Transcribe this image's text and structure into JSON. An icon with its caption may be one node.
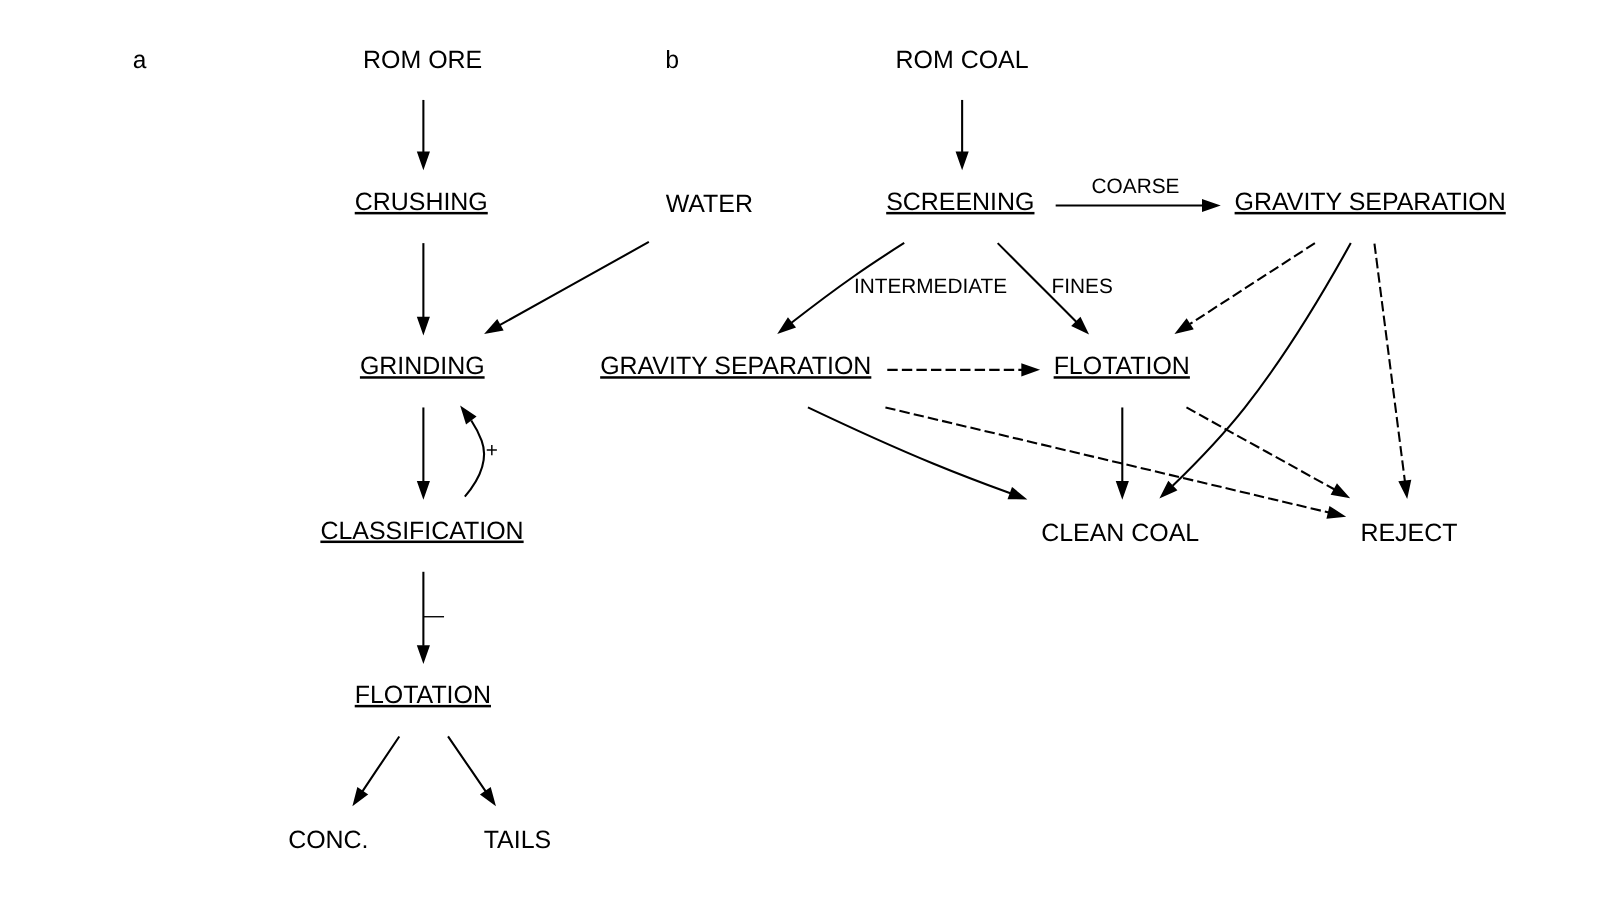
{
  "diagram": {
    "nodes": [
      {
        "text": [
          "ROM ORE"
        ]
      },
      {
        "text": [
          "CRUSHING"
        ]
      },
      {
        "text": [
          "WATER"
        ]
      },
      {
        "text": [
          "GRINDING"
        ]
      },
      {
        "text": [
          "CLASSIFICATION"
        ]
      },
      {
        "text": [
          "FLOTATION"
        ]
      },
      {
        "text": [
          "CONC."
        ]
      },
      {
        "text": [
          "TAILS"
        ]
      },
      {
        "text": [
          "ROM COAL"
        ]
      },
      {
        "text": [
          "SCREENING"
        ]
      },
      {
        "text": [
          "GRAVITY SEPARATION"
        ]
      },
      {
        "text": [
          "GRAVITY SEPARATION"
        ]
      },
      {
        "text": [
          "FLOTATION"
        ]
      },
      {
        "text": [
          "REJECT"
        ]
      },
      {
        "text": [
          "CLEAN COAL"
        ]
      }
    ],
    "edges": [
      {
        "from": 0,
        "to": 1,
        "arrow": "to"
      },
      {
        "from": 1,
        "to": 3,
        "arrow": "to"
      },
      {
        "from": 2,
        "to": 3,
        "arrow": "to"
      },
      {
        "from": 3,
        "to": 4,
        "arrow": "to"
      },
      {
        "from": 4,
        "to": 3,
        "arrow": "to",
        "label": "+"
      },
      {
        "from": 4,
        "to": 5,
        "arrow": "to",
        "label": "—"
      },
      {
        "from": 5,
        "to": 6,
        "arrow": "to"
      },
      {
        "from": 5,
        "to": 7,
        "arrow": "to"
      },
      {
        "from": 8,
        "to": 9,
        "arrow": "to"
      },
      {
        "from": 9,
        "to": 10,
        "arrow": "to",
        "label": "COARSE"
      },
      {
        "from": 9,
        "to": 11,
        "arrow": "to",
        "label": "INTERMEDIATE"
      },
      {
        "from": 9,
        "to": 12,
        "arrow": "to",
        "label": "FINES"
      },
      {
        "from": 10,
        "to": 12,
        "arrow": "to",
        "style": "dashed"
      },
      {
        "from": 11,
        "to": 12,
        "arrow": "to",
        "style": "dashed"
      },
      {
        "from": 10,
        "to": 13,
        "arrow": "to",
        "style": "dashed"
      },
      {
        "from": 11,
        "to": 13,
        "arrow": "to",
        "style": "dashed"
      },
      {
        "from": 12,
        "to": 13,
        "arrow": "to",
        "style": "dashed"
      },
      {
        "from": 10,
        "to": 14,
        "arrow": "to"
      },
      {
        "from": 11,
        "to": 14,
        "arrow": "to"
      },
      {
        "from": 12,
        "to": 14,
        "arrow": "to"
      }
    ],
    "labels": [
      "a",
      "b"
    ]
  }
}
